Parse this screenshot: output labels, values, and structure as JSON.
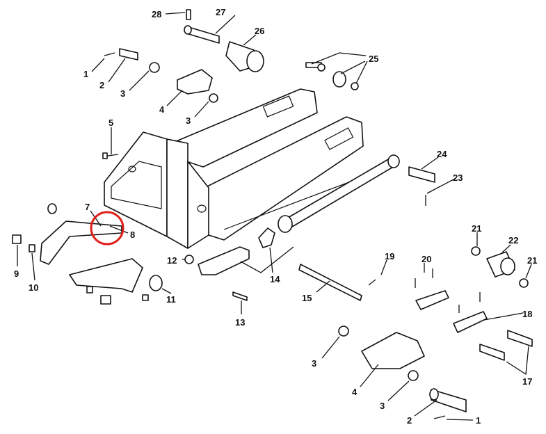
{
  "diagram": {
    "title_visible": false,
    "highlight_color": "#e0201b",
    "labels": {
      "l28": "28",
      "l27": "27",
      "l26": "26",
      "l25": "25",
      "l1a": "1",
      "l2a": "2",
      "l3a": "3",
      "l4a": "4",
      "l3b": "3",
      "l5": "5",
      "l24": "24",
      "l23": "23",
      "l7": "7",
      "l8": "8",
      "l21a": "21",
      "l22": "22",
      "l21b": "21",
      "l9": "9",
      "l10": "10",
      "l12": "12",
      "l19": "19",
      "l20": "20",
      "l14": "14",
      "l11": "11",
      "l15": "15",
      "l13": "13",
      "l18": "18",
      "l3c": "3",
      "l4b": "4",
      "l17": "17",
      "l3d": "3",
      "l2b": "2",
      "l1b": "1"
    }
  }
}
